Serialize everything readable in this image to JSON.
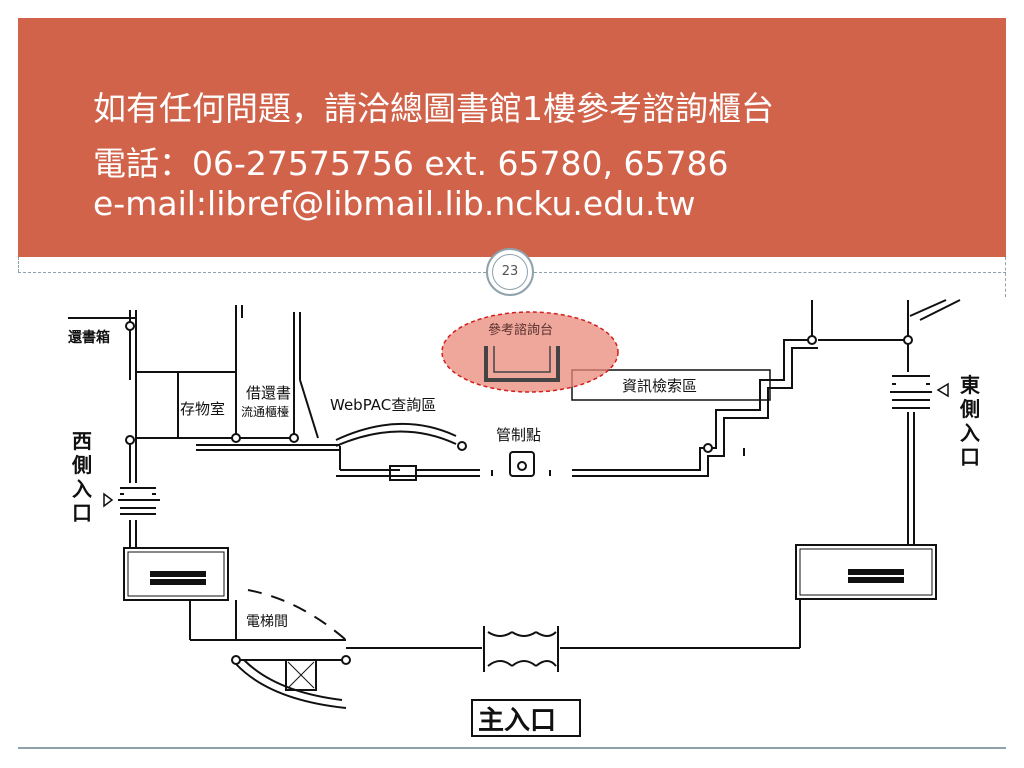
{
  "slide": {
    "line1": "如有任何問題，請洽總圖書館1樓參考諮詢櫃台",
    "line2": "電話：06-27575756 ext. 65780, 65786",
    "line3": "e-mail:libref@libmail.lib.ncku.edu.tw",
    "page_number": "23",
    "header_color": "#d2634b"
  },
  "floor_plan": {
    "return_box": "還書箱",
    "storage": "存物室",
    "circulation_1": "借還書",
    "circulation_2": "流通櫃檯",
    "webpac": "WebPAC查詢區",
    "reference_desk": "參考諮詢台",
    "info_search": "資訊檢索區",
    "control_point": "管制點",
    "west_entrance": [
      "西",
      "側",
      "入",
      "口"
    ],
    "east_entrance": [
      "東",
      "側",
      "入",
      "口"
    ],
    "elevator": "電梯間",
    "main_entrance": "主入口",
    "highlight_color": "#e88a78"
  }
}
